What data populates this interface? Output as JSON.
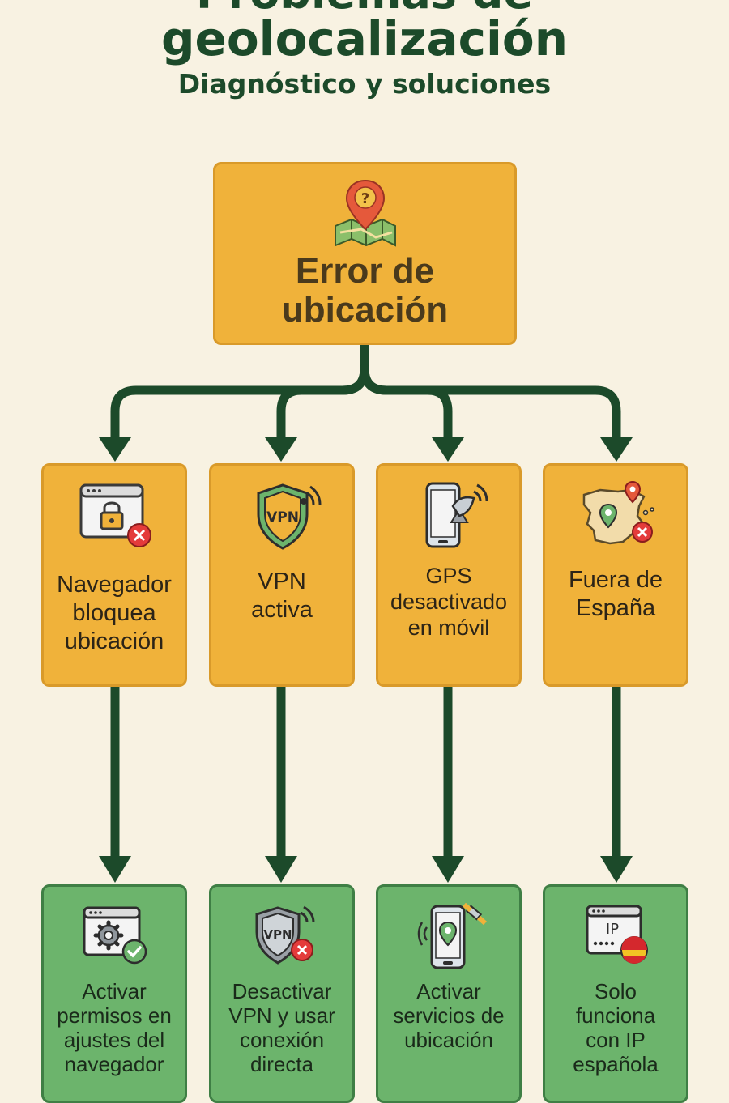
{
  "title": {
    "line1": "Problemas de",
    "line2": "geolocalización",
    "subtitle": "Diagnóstico y soluciones"
  },
  "root": {
    "label": "Error de ubicación",
    "icon": "map-pin-question-icon"
  },
  "causes": [
    {
      "label": "Navegador bloquea ubicación",
      "icon": "browser-lock-icon"
    },
    {
      "label": "VPN activa",
      "icon": "vpn-shield-icon"
    },
    {
      "label": "GPS desactivado en móvil",
      "icon": "phone-satellite-icon"
    },
    {
      "label": "Fuera de España",
      "icon": "spain-map-icon"
    }
  ],
  "solutions": [
    {
      "label": "Activar permisos en ajustes del navegador",
      "icon": "browser-settings-check-icon"
    },
    {
      "label": "Desactivar VPN y usar conexión directa",
      "icon": "vpn-off-icon"
    },
    {
      "label": "Activar servicios de ubicación",
      "icon": "phone-location-icon"
    },
    {
      "label": "Solo funciona con IP española",
      "icon": "ip-spain-icon"
    }
  ],
  "colors": {
    "background": "#f8f2e2",
    "title": "#1c4a2a",
    "cause_box": "#f0b23a",
    "solution_box": "#6cb46c",
    "arrow": "#1c4a2a"
  }
}
